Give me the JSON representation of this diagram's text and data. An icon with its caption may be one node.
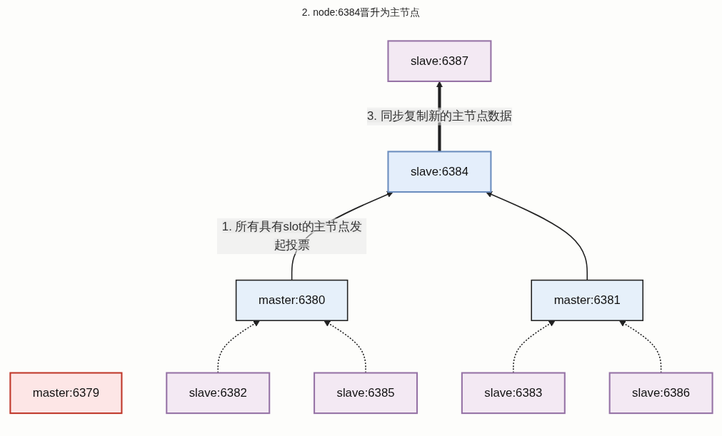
{
  "diagram": {
    "nodes": [
      {
        "text": [
          "master:6379"
        ]
      },
      {
        "text": [
          "slave:6384"
        ]
      },
      {
        "text": [
          "slave:6387"
        ]
      },
      {
        "text": [
          "master:6380"
        ]
      },
      {
        "text": [
          "master:6381"
        ]
      },
      {
        "text": [
          "slave:6382"
        ]
      },
      {
        "text": [
          "slave:6385"
        ]
      },
      {
        "text": [
          "slave:6383"
        ]
      },
      {
        "text": [
          "slave:6386"
        ]
      }
    ],
    "edges": [
      {
        "from": 1,
        "to": 2,
        "arrow": "to",
        "style": "thick",
        "label": "3. 同步复制新的主节点数据"
      },
      {
        "from": 3,
        "to": 1,
        "arrow": "to",
        "label": "1. 所有具有slot的主节点发起投票"
      },
      {
        "from": 4,
        "to": 1,
        "arrow": "to"
      },
      {
        "from": 5,
        "to": 3,
        "arrow": "to",
        "style": "dashed"
      },
      {
        "from": 6,
        "to": 3,
        "arrow": "to",
        "style": "dashed"
      },
      {
        "from": 7,
        "to": 4,
        "arrow": "to",
        "style": "dashed"
      },
      {
        "from": 8,
        "to": 4,
        "arrow": "to",
        "style": "dashed"
      }
    ],
    "labels": [
      "2. node:6384晋升为主节点"
    ]
  }
}
